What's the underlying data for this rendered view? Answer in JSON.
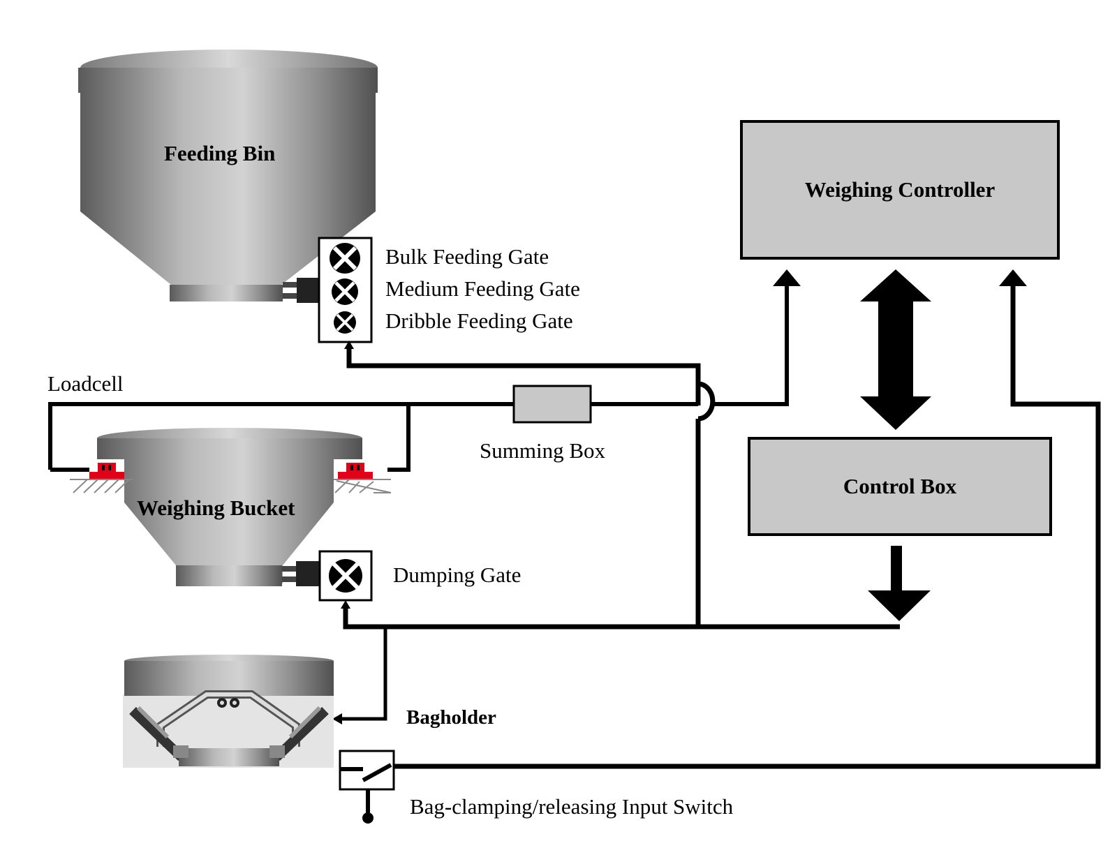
{
  "feeding_bin": {
    "label": "Feeding Bin"
  },
  "gates": {
    "bulk": "Bulk Feeding Gate",
    "medium": "Medium Feeding Gate",
    "dribble": "Dribble Feeding Gate"
  },
  "weighing_controller": {
    "label": "Weighing Controller"
  },
  "control_box": {
    "label": "Control Box"
  },
  "loadcell": {
    "label": "Loadcell"
  },
  "summing_box": {
    "label": "Summing Box"
  },
  "weighing_bucket": {
    "label": "Weighing Bucket"
  },
  "dumping_gate": {
    "label": "Dumping Gate"
  },
  "bagholder": {
    "label": "Bagholder"
  },
  "input_switch": {
    "label": "Bag-clamping/releasing Input Switch"
  },
  "colors": {
    "box_fill": "#c8c8c8",
    "loadcell_red": "#e0001a",
    "line": "#000000"
  }
}
